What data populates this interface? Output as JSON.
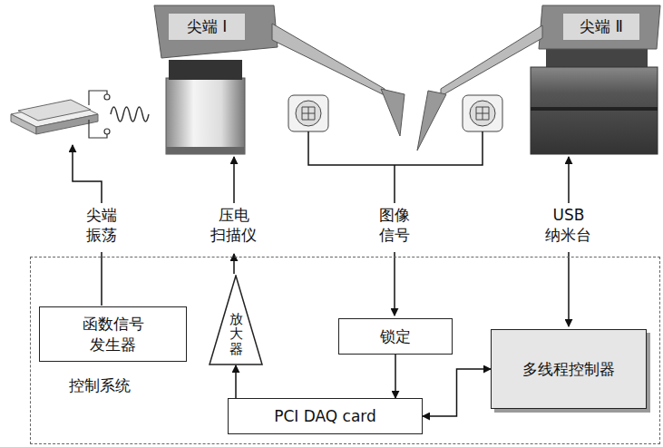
{
  "diagram": {
    "nodes": [
      {
        "text": [
          "尖端 Ⅰ"
        ]
      },
      {
        "text": [
          "尖端 Ⅱ"
        ]
      },
      {
        "text": [
          "控制系统"
        ]
      },
      {
        "text": [
          "函数信号发生器"
        ],
        "in": 2
      },
      {
        "text": [
          "放大器"
        ],
        "in": 2
      },
      {
        "text": [
          "锁定"
        ],
        "in": 2
      },
      {
        "text": [
          "PCI DAQ card"
        ],
        "in": 2
      },
      {
        "text": [
          "多线程控制器"
        ],
        "in": 2
      }
    ],
    "edges": [
      {
        "from": 6,
        "to": 4,
        "arrow": "to"
      },
      {
        "from": 5,
        "to": 6,
        "arrow": "to"
      },
      {
        "from": 6,
        "to": 7,
        "arrow": "both"
      }
    ],
    "labels": [
      "尖端 振荡",
      "压电 扫描仪",
      "图像 信号",
      "USB 纳米台"
    ]
  }
}
